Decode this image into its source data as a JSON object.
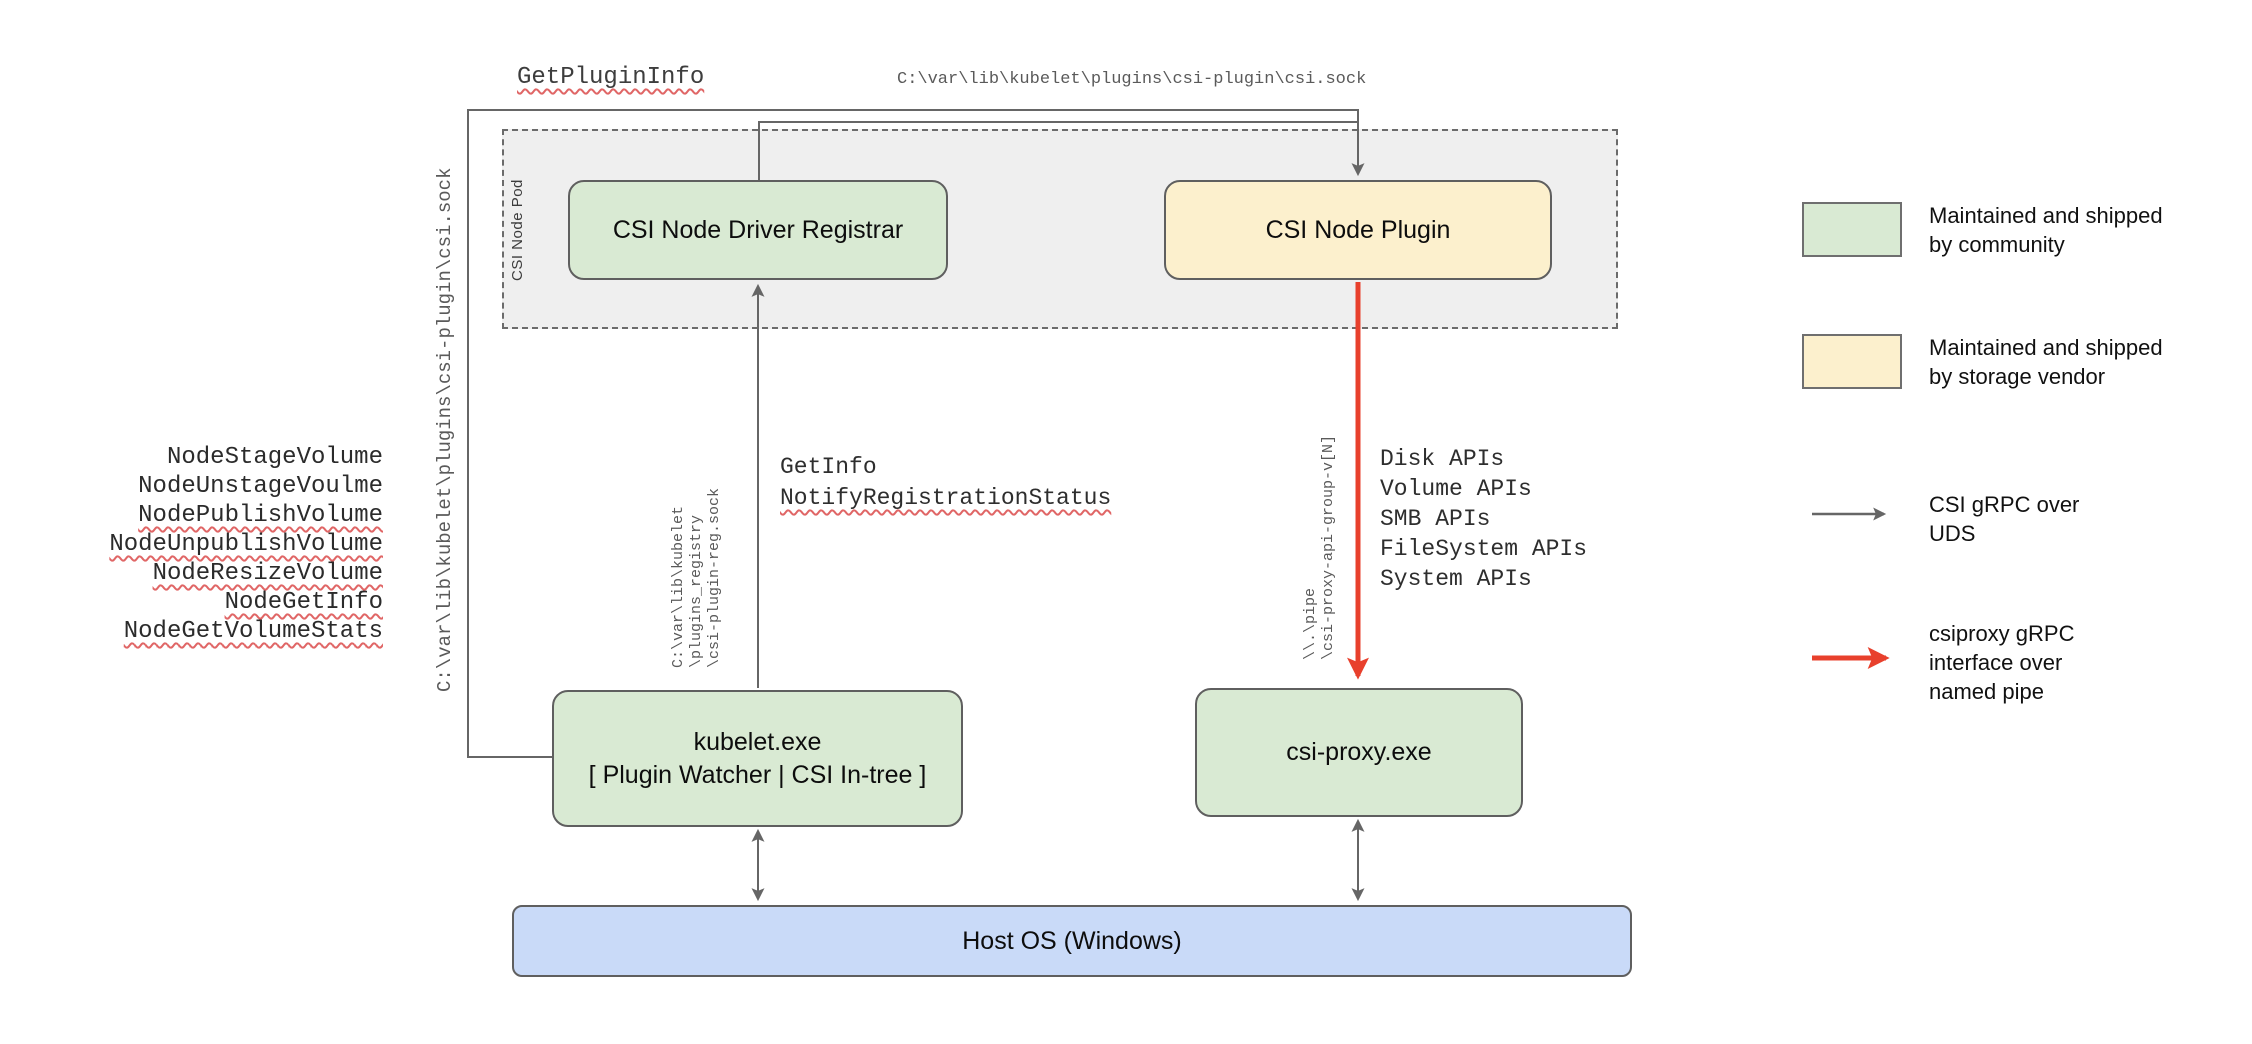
{
  "pod": {
    "label": "CSI Node Pod"
  },
  "boxes": {
    "registrar": {
      "label": "CSI Node Driver Registrar",
      "fill": "#d9ead3"
    },
    "plugin": {
      "label": "CSI Node Plugin",
      "fill": "#fcf0cd"
    },
    "kubelet": {
      "line1": "kubelet.exe",
      "line2": "[ Plugin Watcher | CSI In-tree ]",
      "fill": "#d9ead3"
    },
    "csi_proxy": {
      "label": "csi-proxy.exe",
      "fill": "#d9ead3"
    },
    "host_os": {
      "label": "Host OS (Windows)",
      "fill": "#c9daf8"
    }
  },
  "edge_labels": {
    "get_plugin_info": "GetPluginInfo",
    "top_socket_path": "C:\\var\\lib\\kubelet\\plugins\\csi-plugin\\csi.sock",
    "left_socket_path": "C:\\var\\lib\\kubelet\\plugins\\csi-plugin\\csi.sock",
    "registry_path_lines": [
      "C:\\var\\lib\\kubelet",
      "\\plugins_registry",
      "\\csi-plugin-reg.sock"
    ],
    "registrar_calls": [
      "GetInfo",
      "NotifyRegistrationStatus"
    ],
    "pipe_path_lines": [
      "\\\\.\\pipe",
      "\\csi-proxy-api-group-v[N]"
    ],
    "proxy_api_list": [
      "Disk APIs",
      "Volume APIs",
      "SMB APIs",
      "FileSystem APIs",
      "System APIs"
    ],
    "node_method_list": [
      "NodeStageVolume",
      "NodeUnstageVoulme",
      "NodePublishVolume",
      "NodeUnpublishVolume",
      "NodeResizeVolume",
      "NodeGetInfo",
      "NodeGetVolumeStats"
    ]
  },
  "legend": {
    "community": [
      "Maintained and shipped",
      "by community"
    ],
    "vendor": [
      "Maintained and shipped",
      "by storage vendor"
    ],
    "uds": [
      "CSI gRPC over",
      "UDS"
    ],
    "named_pipe": [
      "csiproxy gRPC",
      "interface over",
      "named pipe"
    ]
  },
  "colors": {
    "community_green": "#d9ead3",
    "vendor_yellow": "#fcf0cd",
    "host_blue": "#c9daf8",
    "pod_gray": "#efefef",
    "line_gray": "#666666",
    "grpc_red": "#e8402c",
    "squiggle_red": "#e06666"
  }
}
